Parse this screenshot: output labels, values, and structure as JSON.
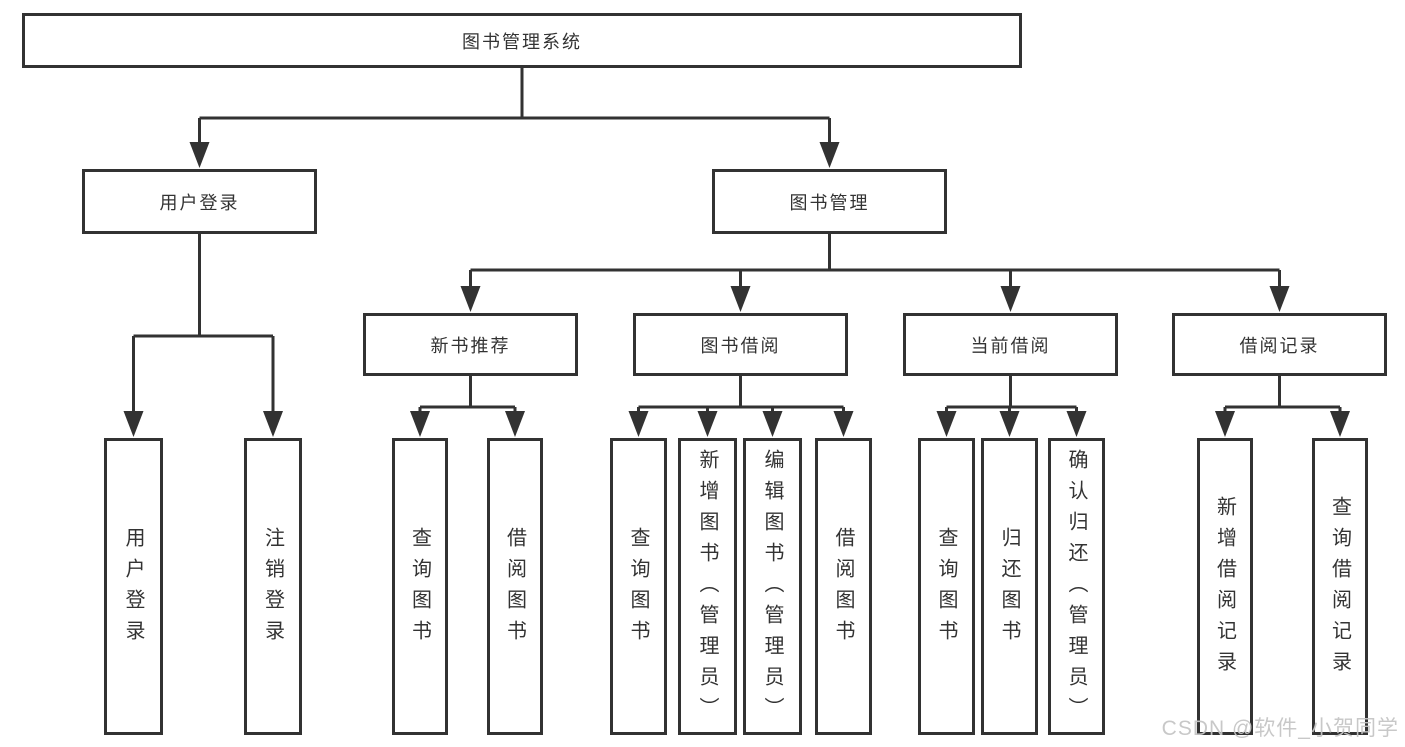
{
  "tree": {
    "label": "图书管理系统",
    "children": [
      {
        "label": "用户登录",
        "children": [
          {
            "label": "用户登录"
          },
          {
            "label": "注销登录"
          }
        ]
      },
      {
        "label": "图书管理",
        "children": [
          {
            "label": "新书推荐",
            "children": [
              {
                "label": "查询图书"
              },
              {
                "label": "借阅图书"
              }
            ]
          },
          {
            "label": "图书借阅",
            "children": [
              {
                "label": "查询图书"
              },
              {
                "label": "新增图书（管理员）"
              },
              {
                "label": "编辑图书（管理员）"
              },
              {
                "label": "借阅图书"
              }
            ]
          },
          {
            "label": "当前借阅",
            "children": [
              {
                "label": "查询图书"
              },
              {
                "label": "归还图书"
              },
              {
                "label": "确认归还（管理员）"
              }
            ]
          },
          {
            "label": "借阅记录",
            "children": [
              {
                "label": "新增借阅记录"
              },
              {
                "label": "查询借阅记录"
              }
            ]
          }
        ]
      }
    ]
  },
  "watermark": "CSDN @软件_小贺同学",
  "colors": {
    "line": "#323232",
    "text": "#333333",
    "watermark": "#c5c5c5",
    "background": "#ffffff"
  }
}
